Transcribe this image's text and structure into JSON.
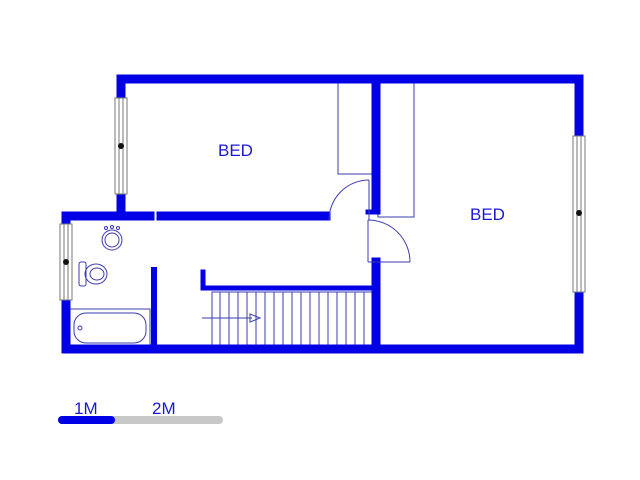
{
  "colors": {
    "wall": "#0000e6",
    "fixture": "#3b3bb0",
    "window": "#bfbfbf",
    "scale_gray": "#c8c8c8",
    "text": "#1a1ad6"
  },
  "rooms": {
    "bed_left": "BED",
    "bed_right": "BED"
  },
  "scale": {
    "label_1": "1M",
    "label_2": "2M"
  },
  "icons": [
    "window-icon",
    "door-swing-icon",
    "wash-basin-icon",
    "toilet-icon",
    "bathtub-icon",
    "staircase-icon",
    "stair-arrow-icon"
  ]
}
